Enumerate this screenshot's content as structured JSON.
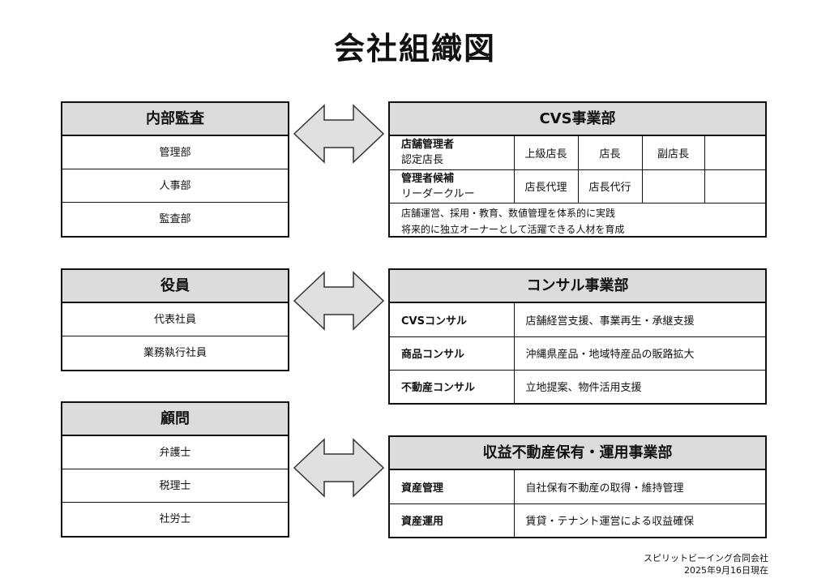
{
  "title": "会社組織図",
  "internal_audit": {
    "heading": "内部監査",
    "items": [
      "管理部",
      "人事部",
      "監査部"
    ]
  },
  "officers": {
    "heading": "役員",
    "items": [
      "代表社員",
      "業務執行社員"
    ]
  },
  "advisors": {
    "heading": "顧問",
    "items": [
      "弁護士",
      "税理士",
      "社労士"
    ]
  },
  "cvs": {
    "heading": "CVS事業部",
    "row1": {
      "label_bold": "店舗管理者",
      "label_sub": "認定店長",
      "cells": [
        "上級店長",
        "店長",
        "副店長",
        ""
      ]
    },
    "row2": {
      "label_bold": "管理者候補",
      "label_sub": "リーダークルー",
      "cells": [
        "店長代理",
        "店長代行",
        "",
        ""
      ]
    },
    "note_line1": "店舗運営、採用・教育、数値管理を体系的に実践",
    "note_line2": "将来的に独立オーナーとして活躍できる人材を育成"
  },
  "consult": {
    "heading": "コンサル事業部",
    "rows": [
      {
        "label": "CVSコンサル",
        "desc": "店舗経営支援、事業再生・承継支援"
      },
      {
        "label": "商品コンサル",
        "desc": "沖縄県産品・地域特産品の販路拡大"
      },
      {
        "label": "不動産コンサル",
        "desc": "立地提案、物件活用支援"
      }
    ]
  },
  "realestate": {
    "heading": "収益不動産保有・運用事業部",
    "rows": [
      {
        "label": "資産管理",
        "desc": "自社保有不動産の取得・維持管理"
      },
      {
        "label": "資産運用",
        "desc": "賃貸・テナント運営による収益確保"
      }
    ]
  },
  "footer": {
    "company": "スピリットビーイング合同会社",
    "date": "2025年9月16日現在"
  },
  "colors": {
    "header_fill": "#dcdcdc",
    "arrow_fill": "#e0e0e0",
    "border": "#111111"
  },
  "icons": [
    "double-arrow-icon"
  ]
}
